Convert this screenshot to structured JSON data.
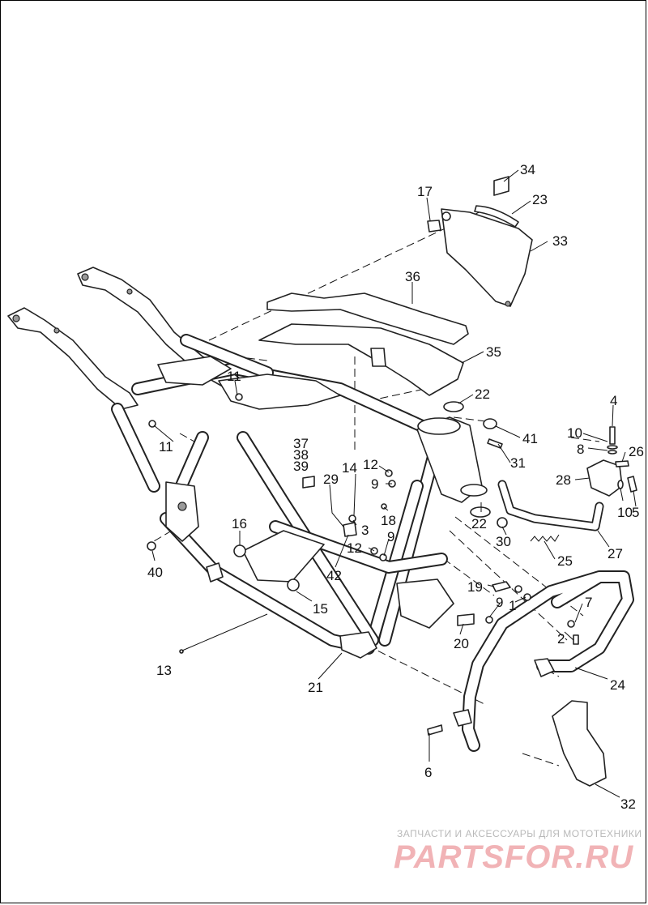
{
  "callouts": [
    {
      "id": "34",
      "label": "34"
    },
    {
      "id": "17",
      "label": "17"
    },
    {
      "id": "23",
      "label": "23"
    },
    {
      "id": "33",
      "label": "33"
    },
    {
      "id": "36",
      "label": "36"
    },
    {
      "id": "35",
      "label": "35"
    },
    {
      "id": "22a",
      "label": "22"
    },
    {
      "id": "41",
      "label": "41"
    },
    {
      "id": "4",
      "label": "4"
    },
    {
      "id": "10a",
      "label": "10"
    },
    {
      "id": "8",
      "label": "8"
    },
    {
      "id": "26",
      "label": "26"
    },
    {
      "id": "31",
      "label": "31"
    },
    {
      "id": "28",
      "label": "28"
    },
    {
      "id": "22b",
      "label": "22"
    },
    {
      "id": "10b",
      "label": "10"
    },
    {
      "id": "5",
      "label": "5"
    },
    {
      "id": "30",
      "label": "30"
    },
    {
      "id": "27",
      "label": "27"
    },
    {
      "id": "25",
      "label": "25"
    },
    {
      "id": "11a",
      "label": "11"
    },
    {
      "id": "11b",
      "label": "11"
    },
    {
      "id": "37",
      "label": "37"
    },
    {
      "id": "38",
      "label": "38"
    },
    {
      "id": "39",
      "label": "39"
    },
    {
      "id": "29",
      "label": "29"
    },
    {
      "id": "14",
      "label": "14"
    },
    {
      "id": "12a",
      "label": "12"
    },
    {
      "id": "9a",
      "label": "9"
    },
    {
      "id": "18",
      "label": "18"
    },
    {
      "id": "3",
      "label": "3"
    },
    {
      "id": "9b",
      "label": "9"
    },
    {
      "id": "12b",
      "label": "12"
    },
    {
      "id": "16",
      "label": "16"
    },
    {
      "id": "40",
      "label": "40"
    },
    {
      "id": "42",
      "label": "42"
    },
    {
      "id": "15",
      "label": "15"
    },
    {
      "id": "19",
      "label": "19"
    },
    {
      "id": "1",
      "label": "1"
    },
    {
      "id": "9c",
      "label": "9"
    },
    {
      "id": "7",
      "label": "7"
    },
    {
      "id": "2",
      "label": "2"
    },
    {
      "id": "20",
      "label": "20"
    },
    {
      "id": "13",
      "label": "13"
    },
    {
      "id": "21",
      "label": "21"
    },
    {
      "id": "24",
      "label": "24"
    },
    {
      "id": "6",
      "label": "6"
    },
    {
      "id": "32",
      "label": "32"
    }
  ],
  "watermark": {
    "tagline": "ЗАПЧАСТИ И АКСЕССУАРЫ ДЛЯ МОТОТЕХНИКИ",
    "logo": "PARTSFOR.RU"
  }
}
